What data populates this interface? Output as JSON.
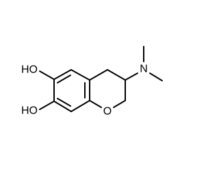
{
  "molecule": {
    "atoms": {
      "hydroxyl_top": "HO",
      "hydroxyl_bottom": "HO",
      "ring_oxygen": "O",
      "amine_nitrogen": "N"
    }
  },
  "colors": {
    "background": "#ffffff",
    "bond": "#000000",
    "label": "#000000"
  }
}
